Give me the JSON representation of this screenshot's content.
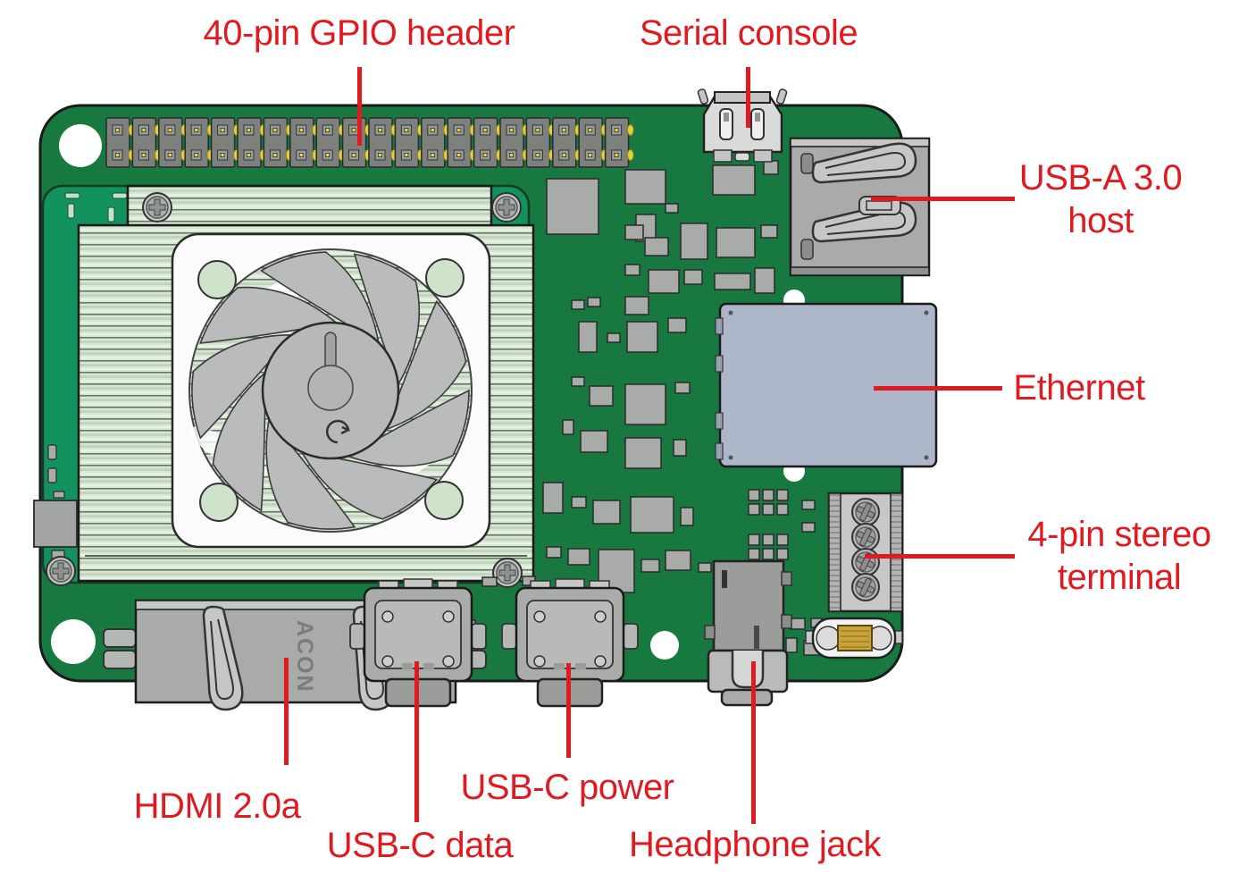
{
  "diagram": {
    "labels": {
      "gpio_header": "40-pin GPIO header",
      "serial_console": "Serial console",
      "usb_a_host": [
        "USB-A 3.0",
        "host"
      ],
      "ethernet": "Ethernet",
      "stereo_terminal": [
        "4-pin stereo",
        "terminal"
      ],
      "hdmi": "HDMI 2.0a",
      "usb_c_data": "USB-C data",
      "usb_c_power": "USB-C power",
      "headphone_jack": "Headphone jack"
    },
    "markings": {
      "hdmi_connector_brand": "ACON"
    },
    "colors": {
      "annotation_red": "#e01a21",
      "pcb_green": "#17793f",
      "som_teal": "#12925e",
      "heatsink_mint": "#d9e7d5",
      "ethernet_gray_blue": "#aeb6c9",
      "connector_gray": "#a9aba9",
      "pin_yellow": "#e8d83a",
      "gold_contact": "#c9a23a",
      "background": "#ffffff"
    }
  }
}
